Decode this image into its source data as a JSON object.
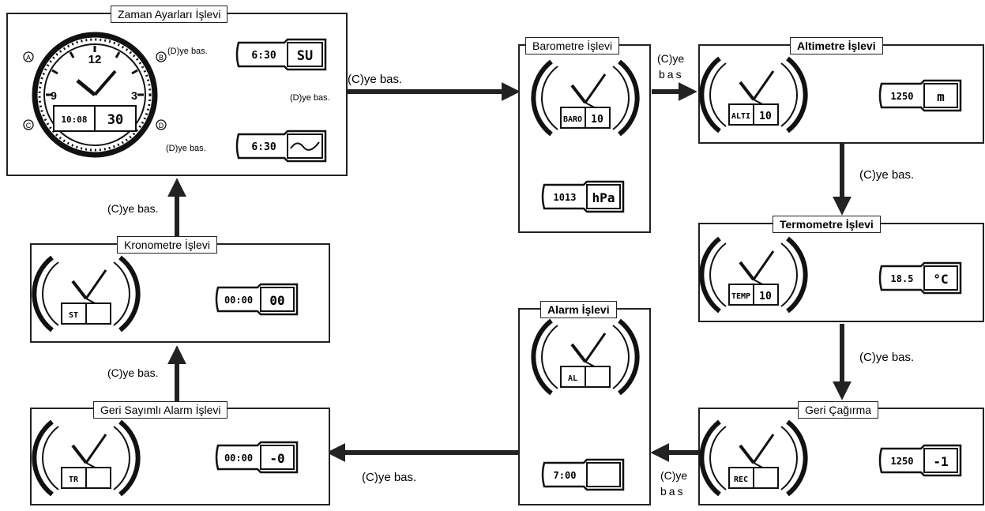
{
  "boxes": {
    "zaman": {
      "title": "Zaman Ayarları İşlevi",
      "dial": {
        "n12": "12",
        "n3": "3",
        "n9": "9",
        "btn_a": "A",
        "btn_b": "B",
        "btn_c": "C",
        "btn_d": "D",
        "lcd_left": "10:08",
        "lcd_right": "30"
      },
      "lcd1": {
        "left": "6:30",
        "right": "SU"
      },
      "lcd2": {
        "left": "6:30",
        "right": ""
      }
    },
    "barometre": {
      "title": "Barometre İşlevi",
      "lcd_top": {
        "left": "BARO",
        "right": "10"
      },
      "lcd_bottom": {
        "left": "1013",
        "right": "hPa"
      }
    },
    "altimetre": {
      "title": "Altimetre İşlevi",
      "lcd_watch": {
        "left": "ALTI",
        "right": "10"
      },
      "lcd_result": {
        "left": "1250",
        "right": "m"
      }
    },
    "termometre": {
      "title": "Termometre İşlevi",
      "lcd_watch": {
        "left": "TEMP",
        "right": "10"
      },
      "lcd_result": {
        "left": "18.5",
        "right": "°C"
      }
    },
    "geri_cagirma": {
      "title": "Geri Çağırma",
      "lcd_watch": {
        "left": "REC",
        "right": ""
      },
      "lcd_result": {
        "left": "1250",
        "right": "-1"
      }
    },
    "alarm": {
      "title": "Alarm İşlevi",
      "lcd_top": {
        "left": "AL",
        "right": ""
      },
      "lcd_bottom": {
        "left": "7:00",
        "right": ""
      }
    },
    "geri_sayimli": {
      "title": "Geri Sayımlı Alarm İşlevi",
      "lcd_watch": {
        "left": "TR",
        "right": ""
      },
      "lcd_result": {
        "left": "00:00",
        "right": "-0"
      }
    },
    "kronometre": {
      "title": "Kronometre İşlevi",
      "lcd_watch": {
        "left": "ST",
        "right": ""
      },
      "lcd_result": {
        "left": "00:00",
        "right": "00"
      }
    }
  },
  "labels": {
    "d_press_1": "(D)ye bas.",
    "d_press_2": "(D)ye bas.",
    "d_press_3": "(D)ye bas.",
    "c_press_to_baro": "(C)ye bas.",
    "c_press_to_alti_1": "(C)ye",
    "c_press_to_alti_2": "bas",
    "c_press_to_termo": "(C)ye bas.",
    "c_press_to_geri": "(C)ye bas.",
    "c_press_to_alarm_1": "(C)ye",
    "c_press_to_alarm_2": "bas",
    "c_press_to_geri_sayimli": "(C)ye bas.",
    "c_press_to_krono": "(C)ye bas.",
    "c_press_to_zaman": "(C)ye bas."
  },
  "colors": {
    "line": "#222222",
    "background": "#ffffff"
  }
}
